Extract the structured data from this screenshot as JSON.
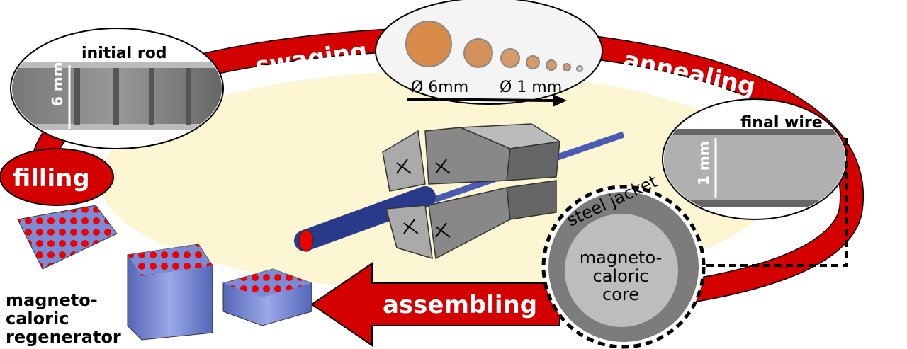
{
  "steps": {
    "filling": "filling",
    "swaging": "swaging",
    "annealing": "annealing",
    "assembling": "assembling"
  },
  "initial_rod": {
    "title": "initial rod",
    "dimension": "6 mm"
  },
  "swaging_photo": {
    "diameter_start": "Ø 6mm",
    "diameter_end": "Ø 1 mm"
  },
  "final_wire": {
    "title": "final wire",
    "dimension": "1 mm"
  },
  "cross_section": {
    "jacket": "steel jacket",
    "core_line1": "magneto-",
    "core_line2": "caloric",
    "core_line3": "core"
  },
  "regenerator": {
    "line1": "magneto-",
    "line2": "caloric",
    "line3": "regenerator"
  },
  "colors": {
    "ring": "#d40000",
    "background": "#fdf6d3",
    "wire": "#4a5bb5"
  }
}
